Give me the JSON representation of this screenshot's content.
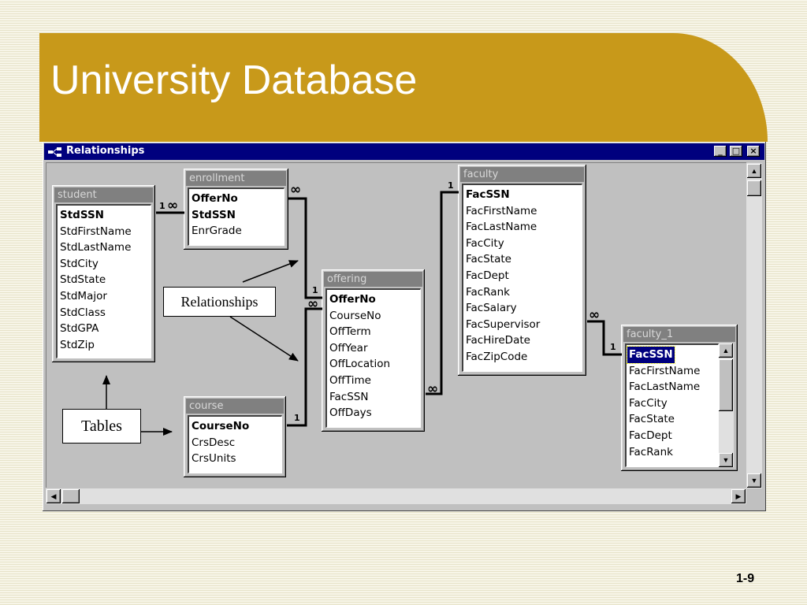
{
  "slide": {
    "title": "University Database",
    "page_number": "1-9"
  },
  "window": {
    "title": "Relationships",
    "minimize": "_",
    "maximize": "□",
    "close": "×"
  },
  "tables": {
    "student": {
      "name": "student",
      "fields": [
        "StdSSN",
        "StdFirstName",
        "StdLastName",
        "StdCity",
        "StdState",
        "StdMajor",
        "StdClass",
        "StdGPA",
        "StdZip"
      ]
    },
    "enrollment": {
      "name": "enrollment",
      "fields": [
        "OfferNo",
        "StdSSN",
        "EnrGrade"
      ]
    },
    "faculty": {
      "name": "faculty",
      "fields": [
        "FacSSN",
        "FacFirstName",
        "FacLastName",
        "FacCity",
        "FacState",
        "FacDept",
        "FacRank",
        "FacSalary",
        "FacSupervisor",
        "FacHireDate",
        "FacZipCode"
      ]
    },
    "offering": {
      "name": "offering",
      "fields": [
        "OfferNo",
        "CourseNo",
        "OffTerm",
        "OffYear",
        "OffLocation",
        "OffTime",
        "FacSSN",
        "OffDays"
      ]
    },
    "course": {
      "name": "course",
      "fields": [
        "CourseNo",
        "CrsDesc",
        "CrsUnits"
      ]
    },
    "faculty_1": {
      "name": "faculty_1",
      "fields": [
        "FacSSN",
        "FacFirstName",
        "FacLastName",
        "FacCity",
        "FacState",
        "FacDept",
        "FacRank"
      ]
    }
  },
  "cardinality": {
    "one": "1",
    "many": "∞"
  },
  "callouts": {
    "relationships": "Relationships",
    "tables": "Tables"
  },
  "colors": {
    "accent": "#c8991a",
    "titlebar": "#00007e"
  }
}
